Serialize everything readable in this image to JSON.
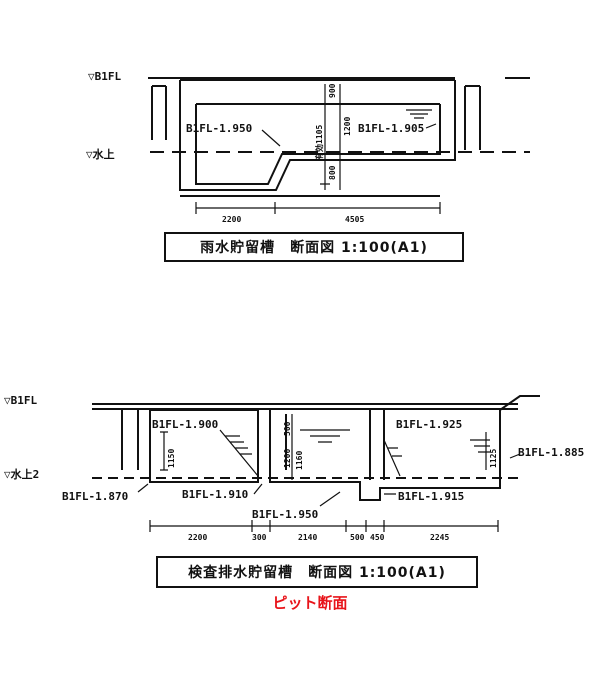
{
  "upper": {
    "floor_label": "▽B1FL",
    "water_label": "▽水上",
    "level_left": "B1FL-1.950",
    "level_right": "B1FL-1.905",
    "dim_v_top": "900",
    "dim_v_mid": "1200",
    "dim_v_total": "有効1105",
    "dim_v_bottom": "800",
    "dim_h_left": "2200",
    "dim_h_right": "4505",
    "title": "雨水貯留槽　断面図 1:100(A1)"
  },
  "lower": {
    "floor_label": "▽B1FL",
    "water_label": "▽水上2",
    "level_a": "B1FL-1.900",
    "level_b": "B1FL-1.925",
    "level_c": "B1FL-1.885",
    "level_d": "B1FL-1.870",
    "level_e": "B1FL-1.910",
    "level_f": "B1FL-1.950",
    "level_g": "B1FL-1.915",
    "dim_v1": "1150",
    "dim_v2": "500",
    "dim_v3": "1200",
    "dim_v4": "1160",
    "dim_v5": "1125",
    "dim_h1": "2200",
    "dim_h2": "300",
    "dim_h3": "2140",
    "dim_h4": "500",
    "dim_h5": "450",
    "dim_h6": "2245",
    "title": "検査排水貯留槽　断面図 1:100(A1)"
  },
  "caption": "ピット断面",
  "colors": {
    "ink": "#111111",
    "caption": "#e8141a",
    "background": "#ffffff"
  }
}
